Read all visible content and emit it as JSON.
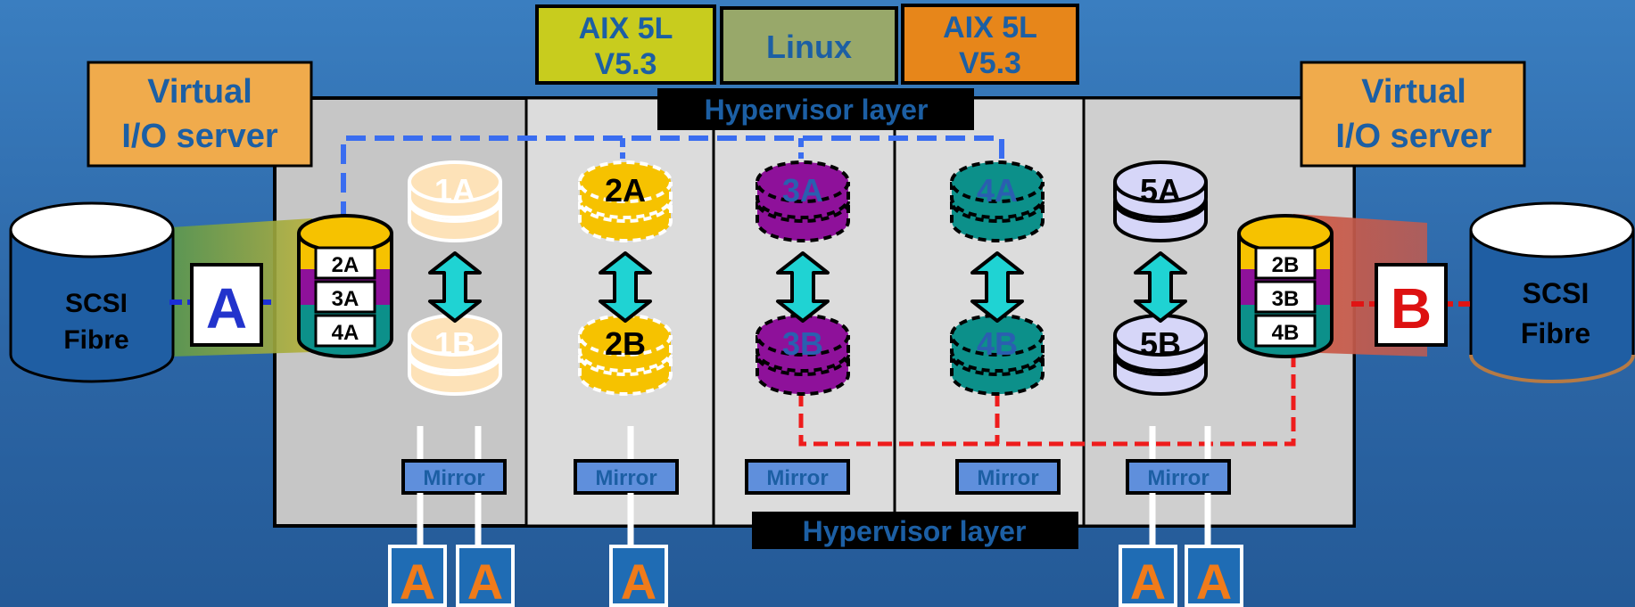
{
  "header_boxes": [
    {
      "label_lines": [
        "AIX 5L",
        "V5.3"
      ],
      "fill": "#c8cc1e",
      "text_color": "#1c5fa4"
    },
    {
      "label_lines": [
        "Linux"
      ],
      "fill": "#98a86a",
      "text_color": "#1c5fa4"
    },
    {
      "label_lines": [
        "AIX 5L",
        "V5.3"
      ],
      "fill": "#e7861a",
      "text_color": "#1c5fa4"
    }
  ],
  "vios_left": {
    "label_lines": [
      "Virtual",
      "I/O server"
    ]
  },
  "vios_right": {
    "label_lines": [
      "Virtual",
      "I/O server"
    ]
  },
  "hypervisor_top": "Hypervisor layer",
  "hypervisor_bottom": "Hypervisor layer",
  "storage_left": {
    "label_lines": [
      "SCSI",
      "Fibre"
    ],
    "adapter": "A",
    "adapter_color": "#2233cc"
  },
  "storage_right": {
    "label_lines": [
      "SCSI",
      "Fibre"
    ],
    "adapter": "B",
    "adapter_color": "#dd1111"
  },
  "stack_left": [
    "2A",
    "3A",
    "4A"
  ],
  "stack_right": [
    "2B",
    "3B",
    "4B"
  ],
  "disks": [
    {
      "top": "1A",
      "bottom": "1B",
      "color": "#fde2b8",
      "text_color": "#ffffff",
      "dashed": false,
      "border": "#ffffff"
    },
    {
      "top": "2A",
      "bottom": "2B",
      "color": "#f6c200",
      "text_color": "#000000",
      "dashed": true,
      "border": "#ffffff"
    },
    {
      "top": "3A",
      "bottom": "3B",
      "color": "#8e119a",
      "text_color": "#2a5fb0",
      "dashed": true,
      "border": "#000000"
    },
    {
      "top": "4A",
      "bottom": "4B",
      "color": "#0c908a",
      "text_color": "#2a5fb0",
      "dashed": true,
      "border": "#000000"
    },
    {
      "top": "5A",
      "bottom": "5B",
      "color": "#d6d6f8",
      "text_color": "#000000",
      "dashed": false,
      "border": "#000000"
    }
  ],
  "mirror_label": "Mirror",
  "mirrors": [
    "Mirror",
    "Mirror",
    "Mirror",
    "Mirror",
    "Mirror"
  ],
  "bottom_adapters": [
    "A",
    "A",
    "A",
    "A",
    "A"
  ],
  "colors": {
    "panel_light": "#dcdcdc",
    "panel_dark": "#c4c4c4",
    "label_orange": "#f0ab4c",
    "label_text": "#1c5fa4",
    "blue_dashed": "#3a6df0",
    "red_dashed": "#ee1c1c",
    "arrow": "#1fd3d3",
    "mirror_fill": "#5f8fdc",
    "adapter_fill": "#1f6cb4",
    "adapter_letter": "#f07b1a"
  }
}
